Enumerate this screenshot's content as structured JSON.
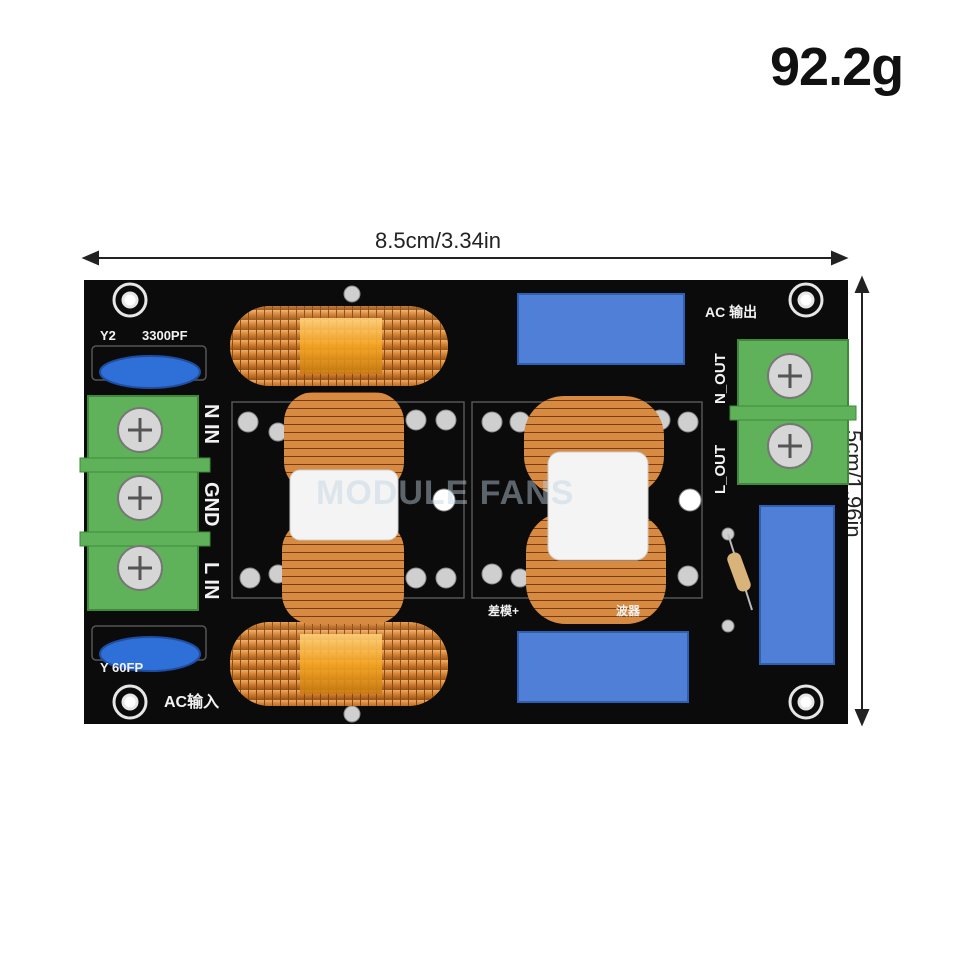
{
  "weight": "92.2g",
  "dimensions": {
    "width": "8.5cm/3.34in",
    "height": "5cm/1.96in"
  },
  "board": {
    "y2_label": "Y2",
    "y2_value": "3300PF",
    "y_bottom_label": "Y 60FP",
    "ac_in": "AC输入",
    "ac_out": "AC 输出",
    "n_in": "N IN",
    "gnd": "GND",
    "l_in": "L IN",
    "n_out": "N_OUT",
    "l_out": "L_OUT",
    "diff_mode": "差模+",
    "filter_end": "波器",
    "watermark": "MODULE FANS"
  },
  "colors": {
    "pcb": "#0b0b0b",
    "copper": "#c8742e",
    "terminal": "#5fb25a",
    "capacitor": "#4f7fd6"
  }
}
